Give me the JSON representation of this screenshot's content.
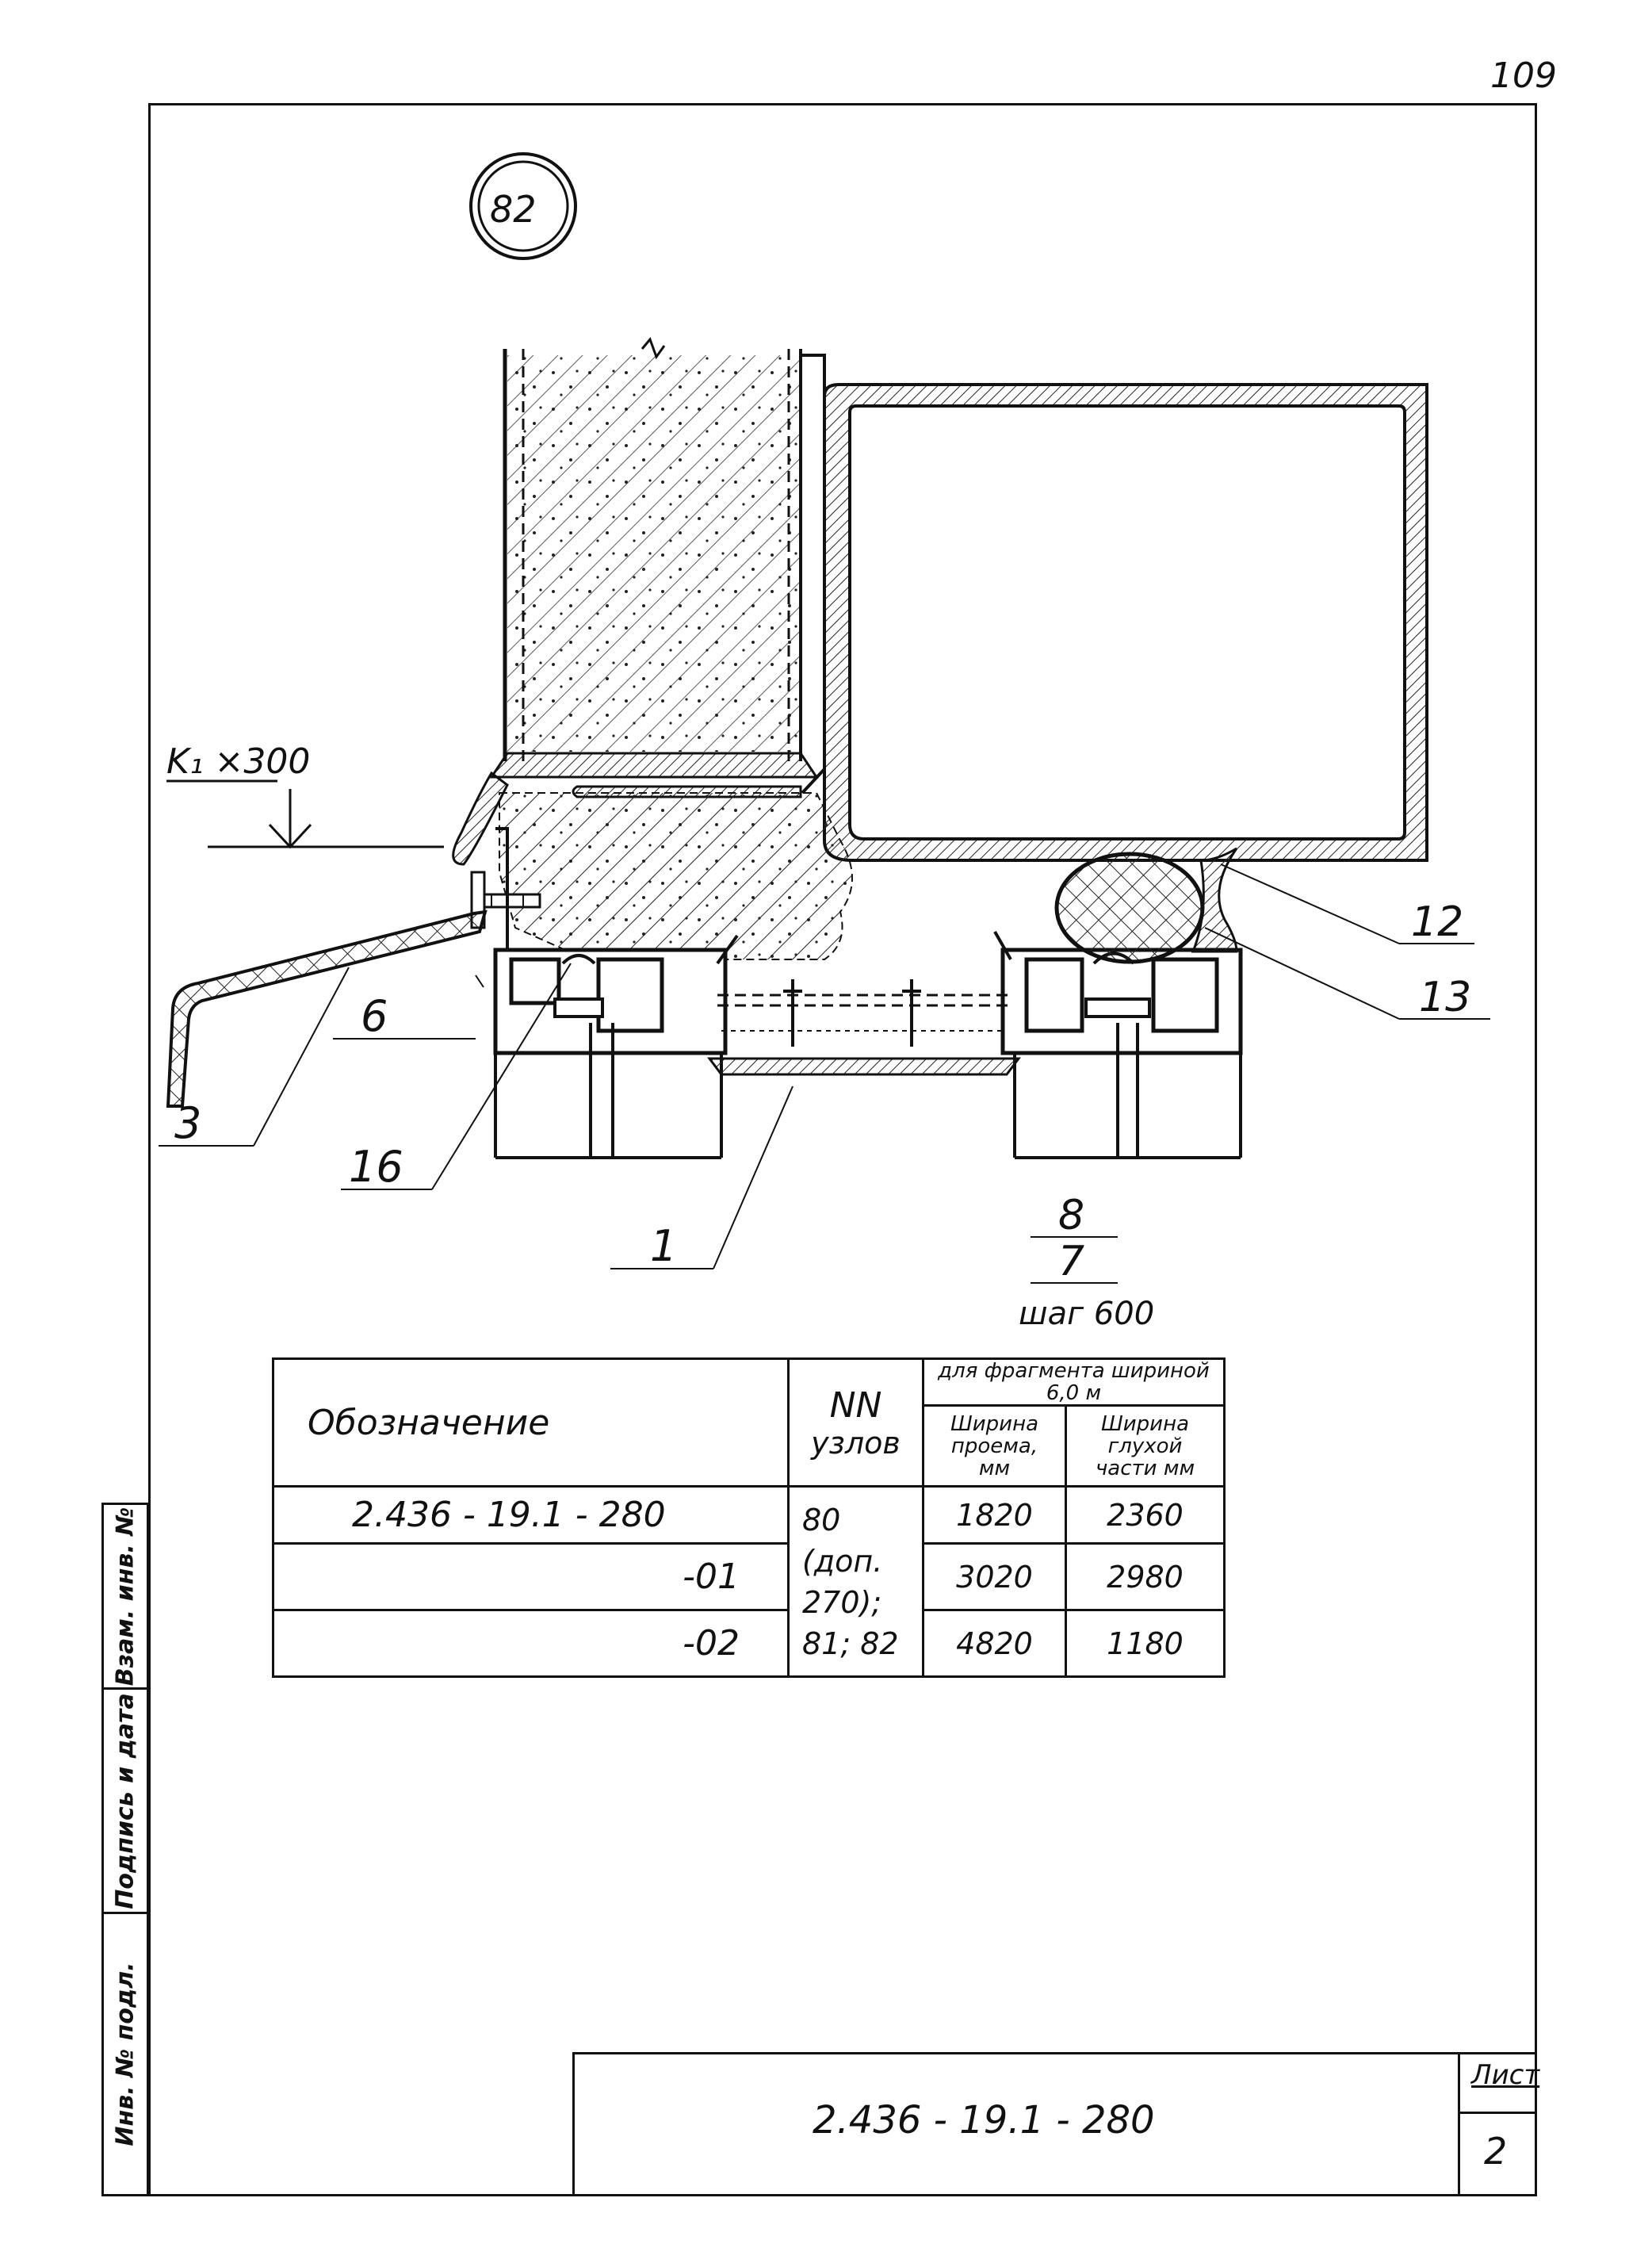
{
  "page": {
    "number": "109"
  },
  "node": {
    "number": "82"
  },
  "drawing": {
    "level_mark": "K₁ ×300",
    "callouts": {
      "c12": "12",
      "c13": "13",
      "c6": "6",
      "c3": "3",
      "c16": "16",
      "c1": "1",
      "c8": "8",
      "c7": "7"
    },
    "step_note": "шаг 600"
  },
  "table": {
    "header": {
      "designation": "Обозначение",
      "nodes_a": "NN",
      "nodes_b": "узлов",
      "group": "для фрагмента шириной 6,0 м",
      "col_opening_a": "Ширина",
      "col_opening_b": "проема,",
      "col_opening_c": "мм",
      "col_blind_a": "Ширина",
      "col_blind_b": "глухой",
      "col_blind_c": "части мм"
    },
    "rows": [
      {
        "designation": "2.436 - 19.1 - 280",
        "opening": "1820",
        "blind": "2360"
      },
      {
        "designation": "-01",
        "opening": "3020",
        "blind": "2980"
      },
      {
        "designation": "-02",
        "opening": "4820",
        "blind": "1180"
      }
    ],
    "nodes_text_a": "80 (доп.",
    "nodes_text_b": "270);",
    "nodes_text_c": "81; 82"
  },
  "side_stamp": {
    "inv_no": "Инв. № подл.",
    "signature_date": "Подпись и дата",
    "replaces_inv": "Взам. инв. №"
  },
  "title_block": {
    "code": "2.436 - 19.1 - 280",
    "sheet_label": "Лист",
    "sheet_number": "2"
  }
}
